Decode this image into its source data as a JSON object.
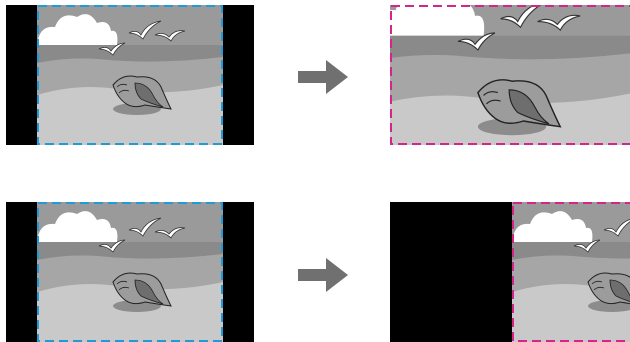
{
  "diagram": {
    "rows": [
      {
        "source": {
          "name": "source-frame",
          "frame_color": "#1f9cd8"
        },
        "result": {
          "name": "zoomed-full-width",
          "frame_color": "#d4268a"
        }
      },
      {
        "source": {
          "name": "source-frame",
          "frame_color": "#1f9cd8"
        },
        "result": {
          "name": "shifted-right",
          "frame_color": "#d4268a"
        }
      }
    ],
    "arrow_color": "#707070",
    "icons": {
      "arrow": "right-arrow-icon",
      "shell": "seashell-icon",
      "birds": "seagull-icon"
    }
  }
}
